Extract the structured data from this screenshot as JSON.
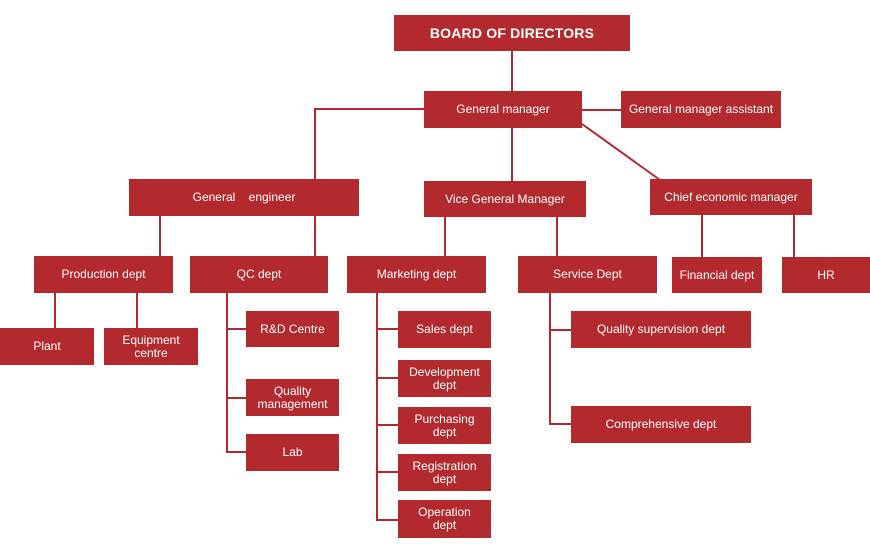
{
  "colors": {
    "box": "#b22a2e",
    "line": "#b22a2e",
    "text": "#ffffff"
  },
  "org": {
    "board": "BOARD OF DIRECTORS",
    "gm": "General manager",
    "gm_assistant": "General manager assistant",
    "general_engineer": "General    engineer",
    "vice_gm": "Vice General Manager",
    "chief_econ": "Chief economic manager",
    "production": "Production dept",
    "qc": "QC dept",
    "marketing": "Marketing dept",
    "service": "Service Dept",
    "financial": "Financial dept",
    "hr": "HR",
    "plant": "Plant",
    "equipment": "Equipment\ncentre",
    "rd": "R&D Centre",
    "quality_mgmt": "Quality\nmanagement",
    "lab": "Lab",
    "sales": "Sales dept",
    "development": "Development\ndept",
    "purchasing": "Purchasing\ndept",
    "registration": "Registration\ndept",
    "operation": "Operation\ndept",
    "quality_supervision": "Quality supervision dept",
    "comprehensive": "Comprehensive dept"
  }
}
